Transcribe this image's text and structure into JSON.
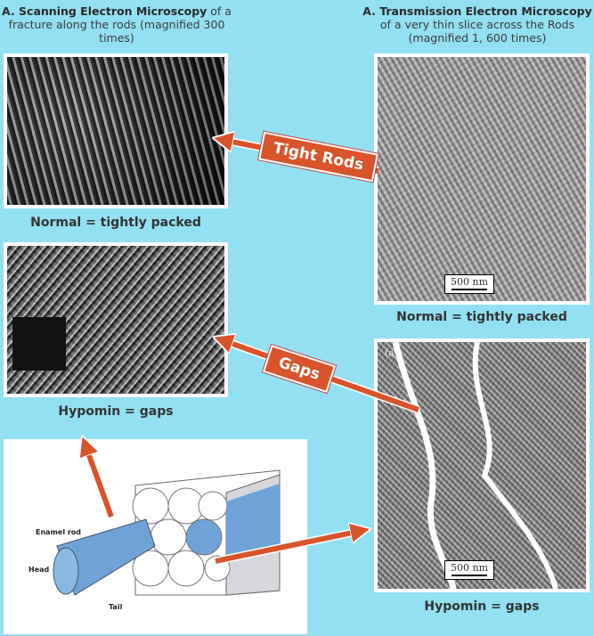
{
  "left": {
    "title_bold": "A. Scanning Electron Microscopy",
    "title_rest": " of a fracture along the rods (magnified 300 times)",
    "caption_normal": "Normal = tightly packed",
    "caption_hypomin": "Hypomin = gaps"
  },
  "right": {
    "title_bold": "A. Transmission Electron Microscopy",
    "title_rest": " of a very thin slice across the Rods (magnified 1, 600 times)",
    "caption_normal": "Normal = tightly packed",
    "caption_hypomin": "Hypomin = gaps",
    "scale_bar": "500 nm",
    "panel_label": "(a)"
  },
  "callouts": {
    "tight": "Tight Rods",
    "gaps": "Gaps"
  },
  "diagram": {
    "enamel_rod": "Enamel rod",
    "head": "Head",
    "tail": "Tail"
  },
  "colors": {
    "background": "#93e0f2",
    "arrow": "#d9532b",
    "rod_blue": "#6fa3d8"
  }
}
